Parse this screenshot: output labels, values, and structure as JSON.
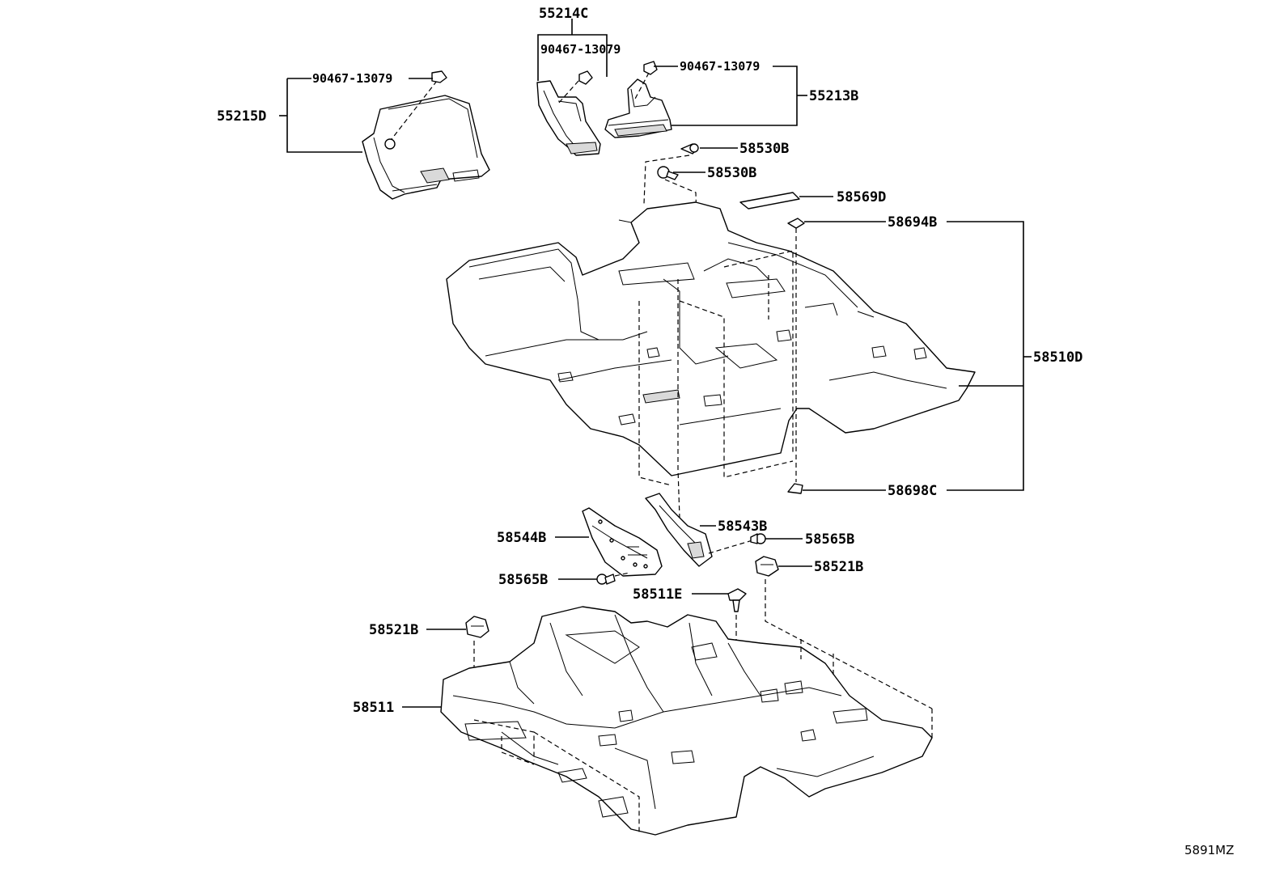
{
  "labels": {
    "p55214C": "55214C",
    "p90467_a": "90467-13079",
    "p90467_b": "90467-13079",
    "p90467_c": "90467-13079",
    "p55215D": "55215D",
    "p55213B": "55213B",
    "p58530B_a": "58530B",
    "p58530B_b": "58530B",
    "p58569D": "58569D",
    "p58694B": "58694B",
    "p58510D": "58510D",
    "p58698C": "58698C",
    "p58543B": "58543B",
    "p58544B": "58544B",
    "p58565B_a": "58565B",
    "p58565B_b": "58565B",
    "p58521B_a": "58521B",
    "p58521B_b": "58521B",
    "p58511E": "58511E",
    "p58511": "58511"
  },
  "diagram_code": "5891MZ"
}
